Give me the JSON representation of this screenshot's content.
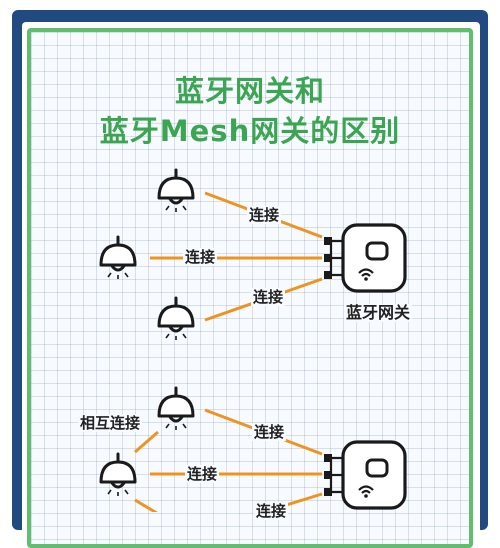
{
  "title": {
    "line1": "蓝牙网关和",
    "line2": "蓝牙Mesh网关的区别"
  },
  "diagram_top": {
    "link_top": "连接",
    "link_middle": "连接",
    "link_bottom": "连接",
    "gateway_label": "蓝牙网关"
  },
  "diagram_bottom": {
    "mutual_link": "相互连接",
    "link_top": "连接",
    "link_middle": "连接",
    "link_bottom": "连接"
  },
  "colors": {
    "title": "#3ca552",
    "connector": "#f0931e",
    "frame_outer": "#214a80",
    "frame_inner": "#5fbf6c",
    "device": "#1a1a1a"
  },
  "icons": [
    "lamp-icon",
    "gateway-router-icon",
    "wifi-icon"
  ]
}
